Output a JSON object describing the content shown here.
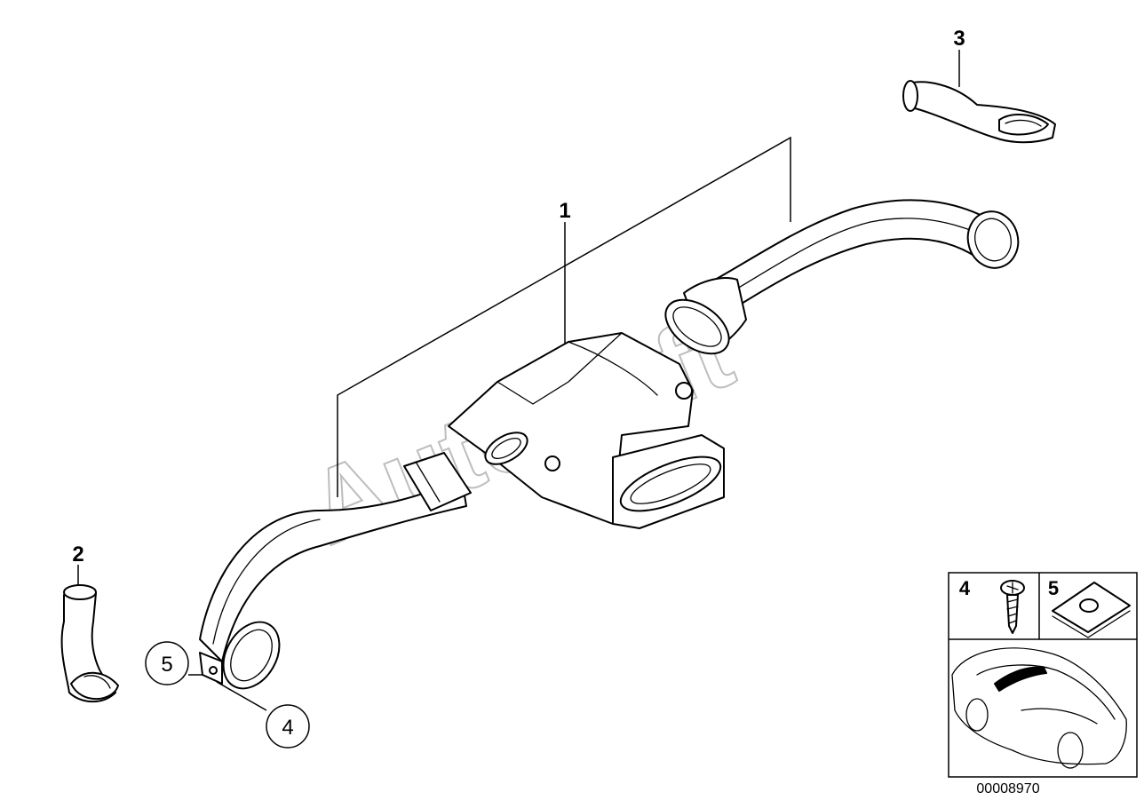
{
  "diagram": {
    "watermark": "AutoSoft",
    "part_labels": [
      "1",
      "2",
      "3"
    ],
    "callouts": [
      "5",
      "4"
    ],
    "legend": {
      "items": [
        {
          "number": "4",
          "icon": "screw-icon"
        },
        {
          "number": "5",
          "icon": "clip-nut-icon"
        }
      ],
      "vehicle_icon": "car-location-icon"
    },
    "drawing_number": "00008970"
  }
}
